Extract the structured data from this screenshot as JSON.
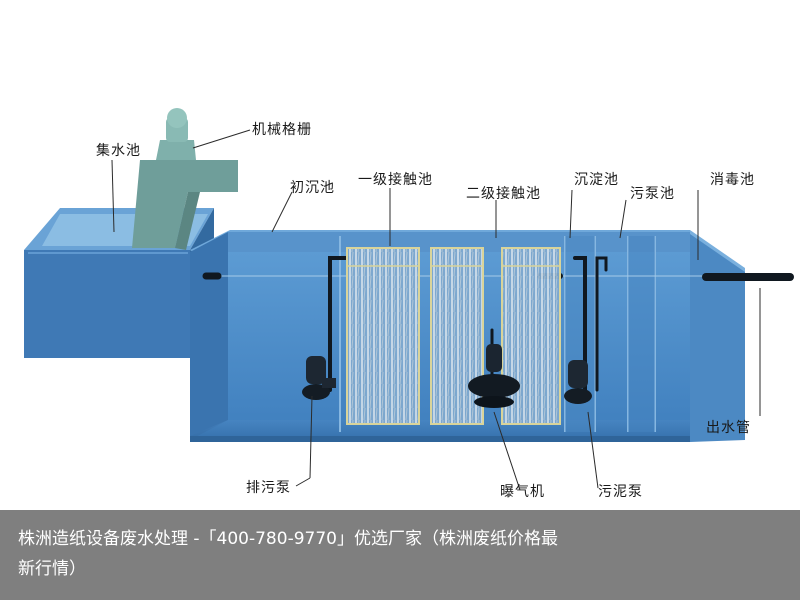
{
  "labels": {
    "collecting_tank": "集水池",
    "mechanical_grille": "机械格栅",
    "primary_settling_tank": "初沉池",
    "primary_contact_tank": "一级接触池",
    "secondary_contact_tank": "二级接触池",
    "settling_tank": "沉淀池",
    "sludge_pump_tank": "污泵池",
    "disinfection_tank": "消毒池",
    "outlet_pipe": "出水管",
    "sewage_pump": "排污泵",
    "aerator": "曝气机",
    "sludge_pump": "污泥泵"
  },
  "caption": {
    "line1": "株洲造纸设备废水处理 -「400-780-9770」优选厂家（株洲废纸价格最",
    "line2": "新行情）"
  },
  "colors": {
    "tank_water": "#4f8fc9",
    "tank_dark": "#3a76b3",
    "collecting_tank": "#3f79b5",
    "grille_body": "#6f9e9a",
    "frame": "#d9d49a",
    "caption_bg": "#7f7f7f"
  }
}
